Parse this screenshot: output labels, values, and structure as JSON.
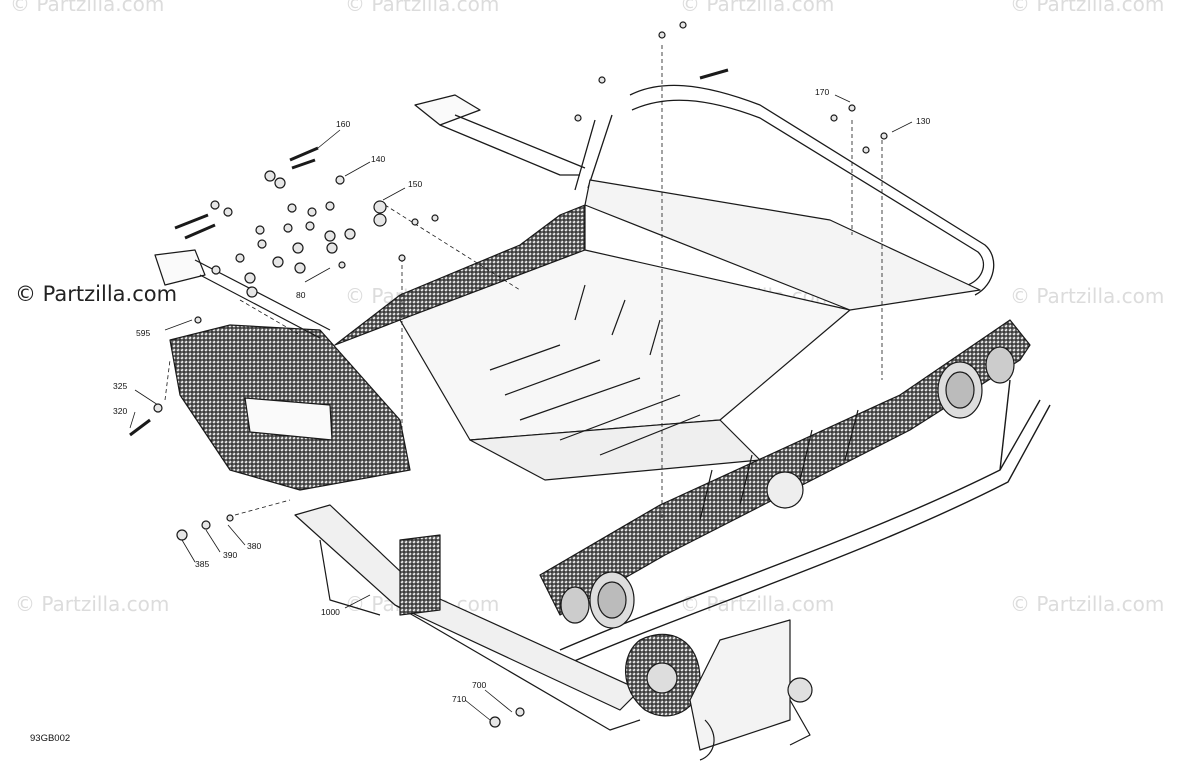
{
  "brand": "© Partzilla.com",
  "watermark_text": "© Partzilla.com",
  "diagram_code": "93GB002",
  "callouts": [
    {
      "id": "c160",
      "text": "160"
    },
    {
      "id": "c140",
      "text": "140"
    },
    {
      "id": "c150",
      "text": "150"
    },
    {
      "id": "c170",
      "text": "170"
    },
    {
      "id": "c130",
      "text": "130"
    },
    {
      "id": "c80",
      "text": "80"
    },
    {
      "id": "c595",
      "text": "595"
    },
    {
      "id": "c325",
      "text": "325"
    },
    {
      "id": "c320",
      "text": "320"
    },
    {
      "id": "c380",
      "text": "380"
    },
    {
      "id": "c390",
      "text": "390"
    },
    {
      "id": "c385",
      "text": "385"
    },
    {
      "id": "c1000",
      "text": "1000"
    },
    {
      "id": "c700",
      "text": "700"
    },
    {
      "id": "c710",
      "text": "710"
    }
  ],
  "colors": {
    "line": "#1a1a1a",
    "fill": "#f4f4f4",
    "shade": "#9a9a9a",
    "watermark": "#dcdcdc"
  }
}
